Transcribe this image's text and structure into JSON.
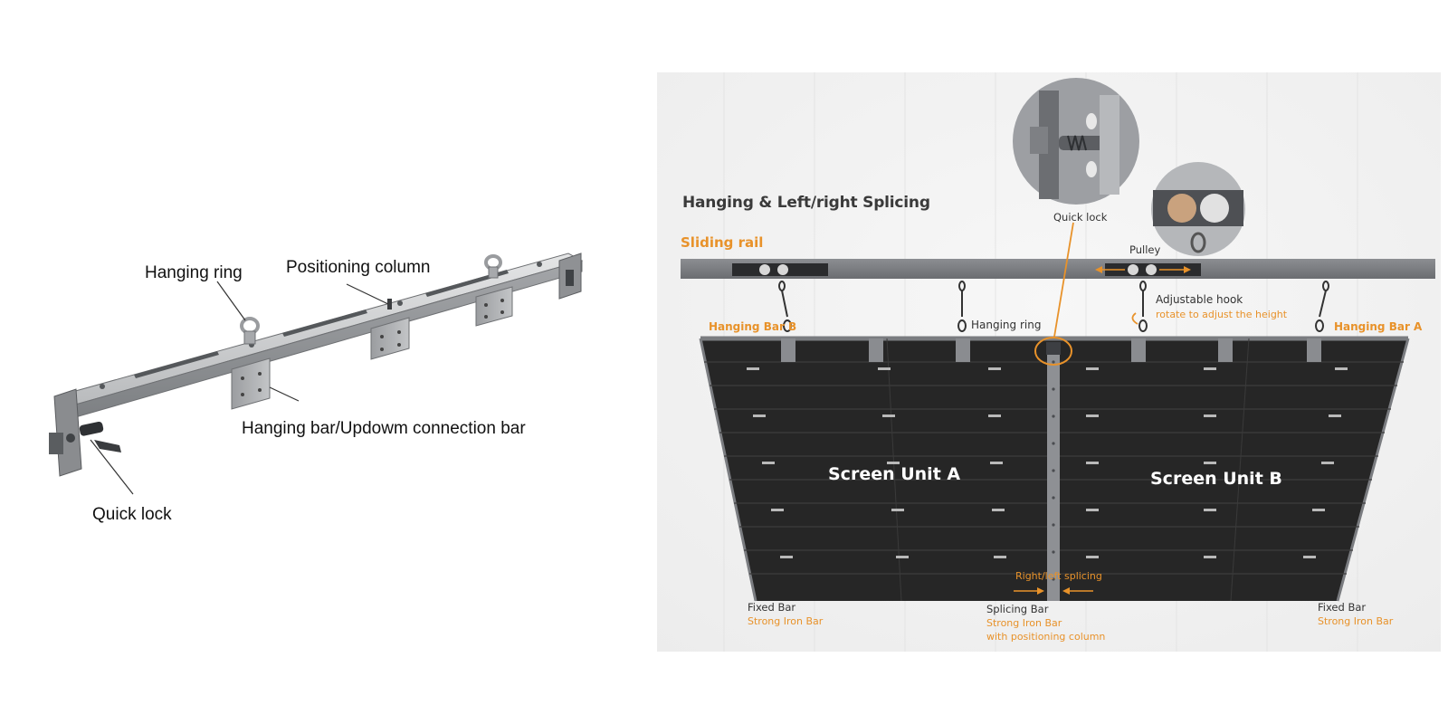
{
  "left": {
    "hanging_ring": "Hanging ring",
    "positioning_column": "Positioning column",
    "hanging_bar": "Hanging bar/Updowm connection bar",
    "quick_lock": "Quick lock"
  },
  "right": {
    "title": "Hanging & Left/right Splicing",
    "sliding_rail": "Sliding rail",
    "quick_lock": "Quick lock",
    "pulley": "Pulley",
    "adjustable_hook": "Adjustable hook",
    "adjustable_hook_note": "rotate to adjust the height",
    "hanging_bar_b": "Hanging Bar B",
    "hanging_bar_a": "Hanging Bar A",
    "hanging_ring": "Hanging ring",
    "screen_unit_a": "Screen Unit A",
    "screen_unit_b": "Screen Unit B",
    "right_left_splicing": "Right/left splicing",
    "fixed_bar_left": "Fixed Bar",
    "fixed_bar_left_note": "Strong Iron Bar",
    "splicing_bar": "Splicing Bar",
    "splicing_bar_note1": "Strong Iron Bar",
    "splicing_bar_note2": "with positioning column",
    "fixed_bar_right": "Fixed Bar",
    "fixed_bar_right_note": "Strong Iron Bar"
  },
  "colors": {
    "accent": "#e8922a",
    "panel": "#2b2b2b",
    "steel": "#8a8c8f"
  }
}
